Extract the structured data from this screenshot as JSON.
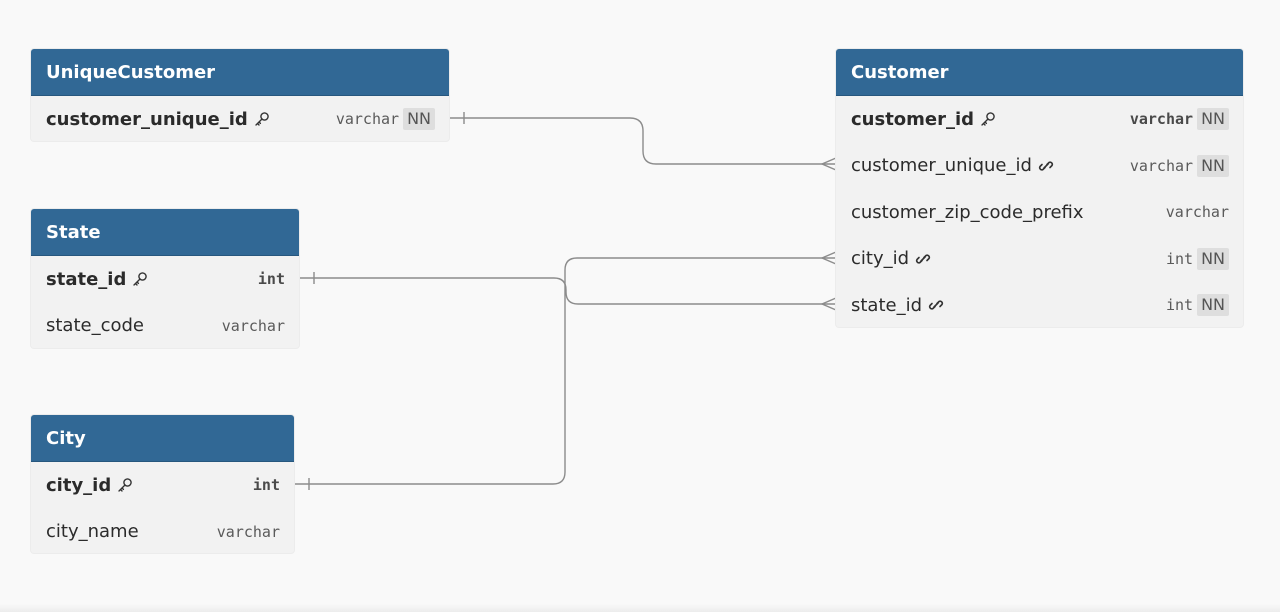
{
  "diagram": {
    "colors": {
      "background": "#f9f9f9",
      "header": "#316895",
      "body": "#f2f2f2",
      "connector": "#8c8c8c",
      "badge": "#dedede"
    },
    "entities": {
      "unique_customer": {
        "title": "UniqueCustomer",
        "fields": [
          {
            "name": "customer_unique_id",
            "type": "varchar",
            "nn": "NN",
            "icon": "key-icon",
            "pk": true
          }
        ]
      },
      "customer": {
        "title": "Customer",
        "fields": [
          {
            "name": "customer_id",
            "type": "varchar",
            "nn": "NN",
            "icon": "key-icon",
            "pk": true
          },
          {
            "name": "customer_unique_id",
            "type": "varchar",
            "nn": "NN",
            "icon": "link-icon",
            "pk": false
          },
          {
            "name": "customer_zip_code_prefix",
            "type": "varchar",
            "nn": "",
            "icon": "",
            "pk": false
          },
          {
            "name": "city_id",
            "type": "int",
            "nn": "NN",
            "icon": "link-icon",
            "pk": false
          },
          {
            "name": "state_id",
            "type": "int",
            "nn": "NN",
            "icon": "link-icon",
            "pk": false
          }
        ]
      },
      "state": {
        "title": "State",
        "fields": [
          {
            "name": "state_id",
            "type": "int",
            "nn": "",
            "icon": "key-icon",
            "pk": true
          },
          {
            "name": "state_code",
            "type": "varchar",
            "nn": "",
            "icon": "",
            "pk": false
          }
        ]
      },
      "city": {
        "title": "City",
        "fields": [
          {
            "name": "city_id",
            "type": "int",
            "nn": "",
            "icon": "key-icon",
            "pk": true
          },
          {
            "name": "city_name",
            "type": "varchar",
            "nn": "",
            "icon": "",
            "pk": false
          }
        ]
      }
    },
    "relationships": [
      {
        "from": "UniqueCustomer.customer_unique_id",
        "to": "Customer.customer_unique_id",
        "from_end": "one",
        "to_end": "many"
      },
      {
        "from": "State.state_id",
        "to": "Customer.state_id",
        "from_end": "one",
        "to_end": "many"
      },
      {
        "from": "City.city_id",
        "to": "Customer.city_id",
        "from_end": "one",
        "to_end": "many"
      }
    ]
  }
}
